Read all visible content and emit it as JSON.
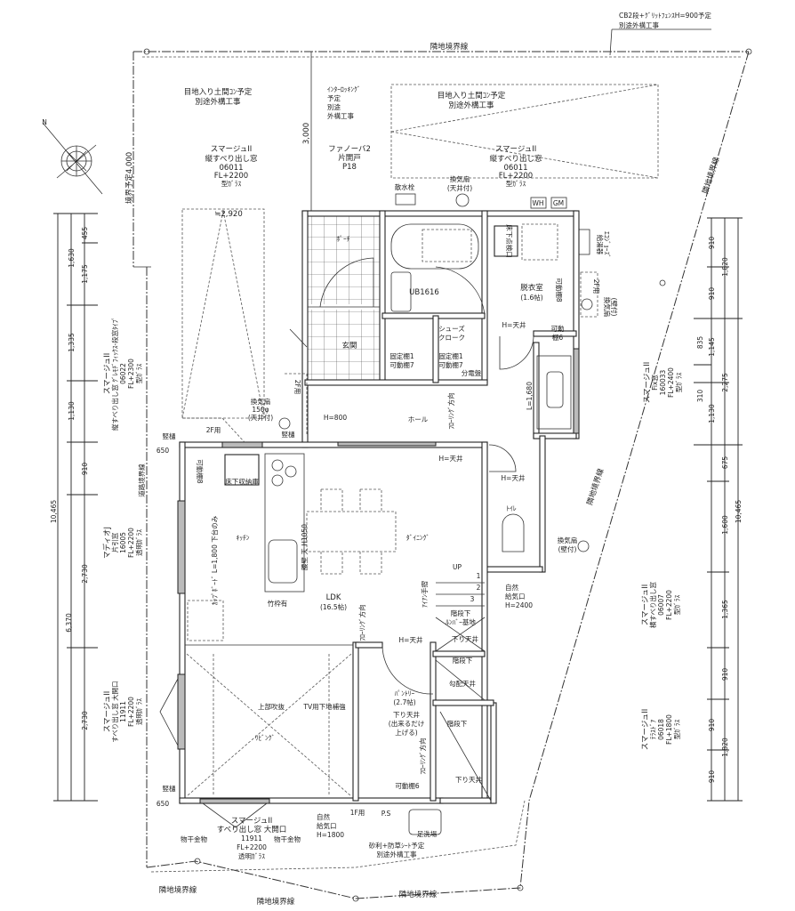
{
  "site": {
    "boundary_top": "隣地境界線",
    "boundary_right": "隣地境界線",
    "boundary_right_low": "隣地境界線",
    "boundary_bottom": [
      "隣地境界線",
      "隣地境界線",
      "隣地境界線"
    ],
    "road_boundary": "道路境界線",
    "setback": "境界予定4,000",
    "fence_note": [
      "CB2段+ｸﾞﾘｯﾄﾌｪﾝｽH=900予定",
      "別途外構工事"
    ],
    "compass": "N"
  },
  "exterior": {
    "paving_left": [
      "目地入り土間ｺﾝ予定",
      "別途外構工事"
    ],
    "interlocking": [
      "ｲﾝﾀｰﾛｯｷﾝｸﾞ",
      "予定",
      "別途",
      "外構工事"
    ],
    "paving_right": [
      "目地入り土間ｺﾝ予定",
      "別途外構工事"
    ],
    "gravel": [
      "砂利+防草ｼｰﾄ予定",
      "別途外構工事"
    ],
    "dim_3000": "3,000",
    "dim_2920": "≒2,920",
    "sprinkler": "散水栓",
    "fan_top": [
      "換気扇",
      "(天井付)"
    ],
    "wh": "WH",
    "gm": "GM",
    "water_heater": [
      "給湯器",
      "ｴｺｼﾞｮｰｽﾞ"
    ],
    "fan_dressing": [
      "換気扇",
      "(壁付)"
    ],
    "fan_2f": "2F用",
    "fan_toilet": [
      "換気扇",
      "(壁付)"
    ],
    "foot_wash": "足洗場",
    "ps": "P.S",
    "inlet_bottom": [
      "自然",
      "給気口",
      "H=1800"
    ],
    "inlet_1f": "1F用",
    "hanger": [
      "物干金物",
      "物干金物"
    ],
    "downspout": [
      "竪樋",
      "竪樋",
      "竪樋"
    ],
    "d650": [
      "650",
      "650"
    ],
    "fan_hall": [
      "換気扇",
      "150φ",
      "(天井付)"
    ],
    "twoF": [
      "2F用",
      "2F用"
    ],
    "h800": "H=800"
  },
  "windows": {
    "w1": [
      "スマージュII",
      "縦すべり出し窓",
      "06011",
      "FL+2200",
      "型ｶﾞﾗｽ"
    ],
    "w2": [
      "ファノーバ2",
      "片開戸",
      "P18"
    ],
    "w3": [
      "スマージュII",
      "縦すべり出し窓",
      "06011",
      "FL+2200",
      "型ｶﾞﾗｽ"
    ],
    "w4": [
      "スマージュII",
      "縦すべり出し窓 ｸﾞﾚﾓﾁﾞﾌｨｯｸｽ-段窓ﾀｲﾌﾟ",
      "06022",
      "FL+2300",
      "型ｶﾞﾗｽ"
    ],
    "w5": [
      "マディオJ",
      "片引窓",
      "16005",
      "FL+2200",
      "透明ｶﾞﾗｽ"
    ],
    "w6": [
      "スマージュII",
      "すべり出し窓 大開口",
      "11911",
      "FL+2200",
      "透明ｶﾞﾗｽ"
    ],
    "w7": [
      "スマージュII",
      "すべり出し窓 大開口",
      "11911",
      "FL+2200",
      "透明ｶﾞﾗｽ"
    ],
    "w8": [
      "スマージュII",
      "Fix窓",
      "160033",
      "FL+2400",
      "型ｶﾞﾗｽ"
    ],
    "w9": [
      "スマージュII",
      "横すべり出し窓",
      "06007",
      "FL+2200",
      "型ｶﾞﾗｽ"
    ],
    "w10": [
      "スマージュII",
      "ﾃﾗｽﾄﾞｱ",
      "06018",
      "FL+1800",
      "型ｶﾞﾗｽ"
    ]
  },
  "rooms": {
    "porch": "ﾎﾟｰﾁ",
    "ub": "UB1616",
    "dressing": [
      "脱衣室",
      "(1.6帖)"
    ],
    "hatch": "床下点検口",
    "shelf8": [
      "可動棚8",
      "可動棚8"
    ],
    "entrance": "玄関",
    "shoe": [
      "シューズ",
      "クローク"
    ],
    "fixed_a": [
      "固定棚1",
      "可動棚7"
    ],
    "fixed_b": [
      "固定棚1",
      "可動棚7"
    ],
    "panel": "分電盤",
    "h_ceiling": [
      "H=天井",
      "H=天井",
      "H=天井",
      "H=天井"
    ],
    "shelf6": [
      "可動",
      "棚6"
    ],
    "hall": "ホール",
    "flooring": [
      "ﾌﾛｰﾘﾝｸﾞ方向",
      "ﾌﾛｰﾘﾝｸﾞ方向",
      "ﾌﾛｰﾘﾝｸﾞ方向"
    ],
    "l1680": "L=1,680",
    "floor_storage": "床下収納庫",
    "kitchen": "ｷｯﾁﾝ",
    "cupboard": "ｶｯﾌﾟﾎﾞｰﾄﾞ L=1,800 下台のみ",
    "waist_wall": "腰壁 天 H1050",
    "dining": "ﾀﾞｲﾆﾝｸﾞ",
    "frame": "竹枠有",
    "ldk": [
      "LDK",
      "(16.5帖)"
    ],
    "toilet": "ﾄｲﾚ",
    "inlet_right": [
      "自然",
      "給気口",
      "H=2400"
    ],
    "up": "UP",
    "steps": [
      "1",
      "2",
      "3"
    ],
    "handrail": "ｱｲｱﾝ手摺",
    "robot": [
      "階段下",
      "ﾙﾝﾊﾞｰ基地"
    ],
    "lowered": [
      "下り天井",
      "下り天井"
    ],
    "under_stair": [
      "階段下",
      "階段下"
    ],
    "sloped": "勾配天井",
    "pantry": [
      "ﾊﾟﾝﾄﾘｰ",
      "(2.7帖)"
    ],
    "pantry_ceiling": [
      "下り天井",
      "(出来るだけ",
      "上げる)"
    ],
    "shelf6b": "可動棚6",
    "void": "上部吹抜",
    "tv": "TV用下地補強",
    "living": "ﾘﾋﾞﾝｸﾞ"
  },
  "dims": {
    "left": [
      "455",
      "1,175",
      "1,630",
      "1,335",
      "1,130",
      "910",
      "2,730",
      "2,730",
      "6,370",
      "10,465"
    ],
    "right": [
      "910",
      "910",
      "1,820",
      "835",
      "1,145",
      "310",
      "1,130",
      "2,275",
      "675",
      "1,600",
      "10,465",
      "1,365",
      "910",
      "910",
      "1,820",
      "910"
    ]
  }
}
